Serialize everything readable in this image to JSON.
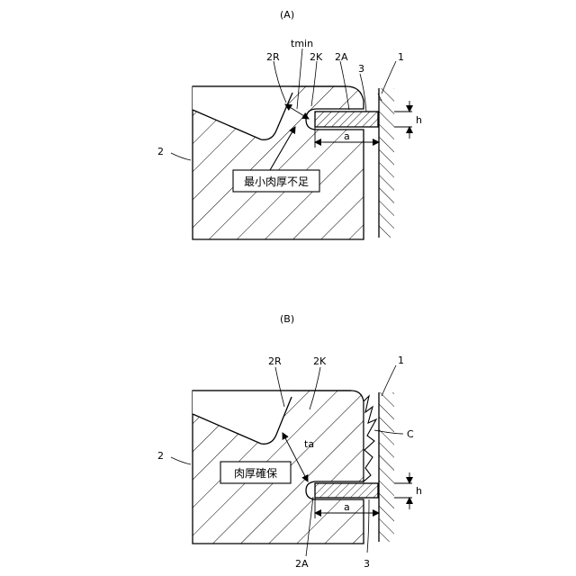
{
  "figure_a": {
    "caption": "(A)",
    "labels": {
      "tmin": "tmin",
      "2R": "2R",
      "2K": "2K",
      "2A": "2A",
      "3": "3",
      "1": "1",
      "2": "2",
      "h": "h",
      "a": "a"
    },
    "callout": "最小肉厚不足"
  },
  "figure_b": {
    "caption": "(B)",
    "labels": {
      "2R": "2R",
      "2K": "2K",
      "1": "1",
      "2": "2",
      "C": "C",
      "ta": "ta",
      "h": "h",
      "a": "a",
      "2A": "2A",
      "3": "3"
    },
    "callout": "肉厚確保"
  }
}
